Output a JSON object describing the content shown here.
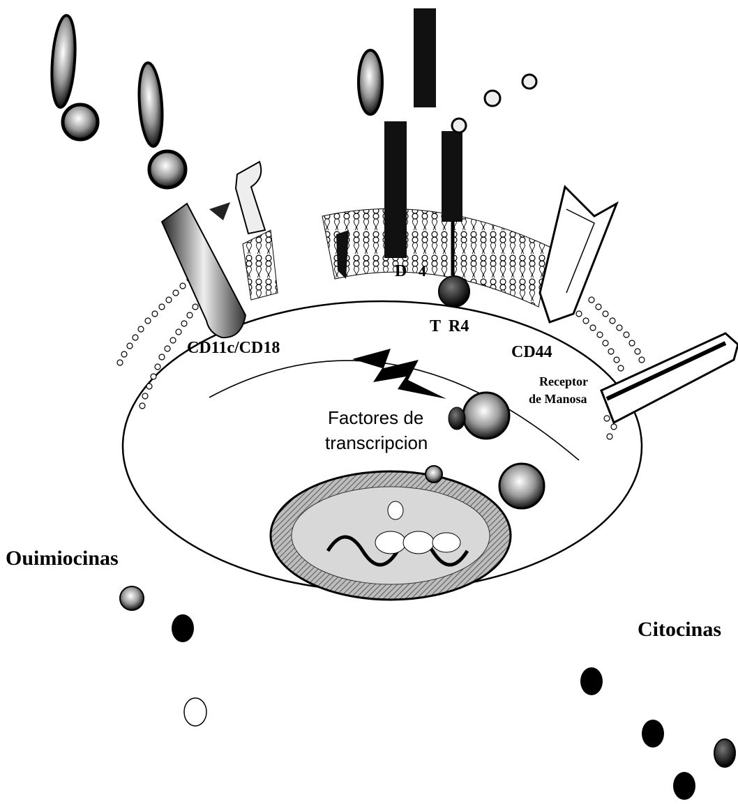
{
  "labels": {
    "cd11": "CD11c/CD18",
    "cd44": "CD44",
    "receptor_line1": "Receptor",
    "receptor_line2": "de Manosa",
    "factores_line1": "Factores de",
    "factores_line2": "transcripcion",
    "d": "D",
    "four": "4",
    "t": "T",
    "r4": "R4",
    "quimiocinas": "Ouimiocinas",
    "citocinas": "Citocinas"
  },
  "colors": {
    "ink": "#000000",
    "dark_fill": "#1a1a1a",
    "mid_gray": "#8a8a8a",
    "light_gray": "#cfcfcf",
    "background": "#ffffff"
  }
}
